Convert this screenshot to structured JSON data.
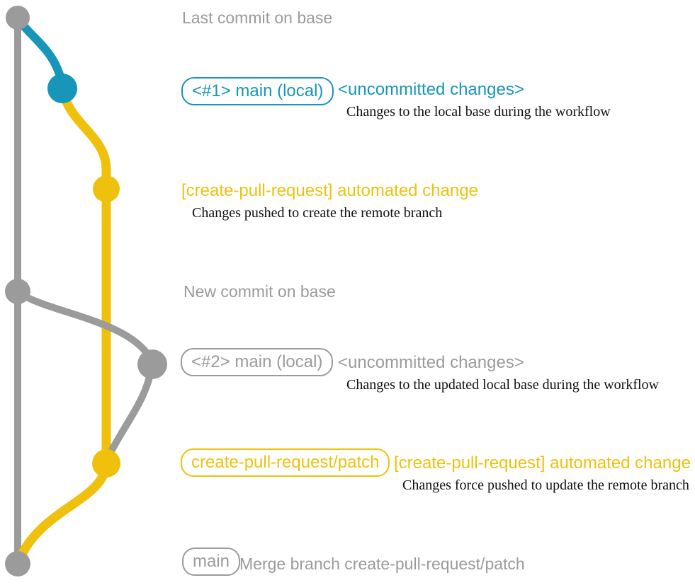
{
  "colors": {
    "base_gray": "#9B9B9B",
    "local_blue": "#1796BA",
    "remote_yellow": "#EFC10D",
    "description_text": "#101010"
  },
  "rows": {
    "row1": {
      "label": "Last commit on base"
    },
    "row2": {
      "badge": "<#1> main (local)",
      "title": "<uncommitted changes>",
      "desc": "Changes to the local base during the workflow"
    },
    "row3": {
      "title": "[create-pull-request] automated change",
      "desc": "Changes pushed to create the remote branch"
    },
    "row4": {
      "label": "New commit on base"
    },
    "row5": {
      "badge": "<#2> main (local)",
      "title": "<uncommitted changes>",
      "desc": "Changes to the updated local base during the workflow"
    },
    "row6": {
      "badge": "create-pull-request/patch",
      "title": "[create-pull-request] automated change",
      "desc": "Changes force pushed to update the remote branch"
    },
    "row7": {
      "badge": "main",
      "label": "Merge branch create-pull-request/patch"
    }
  }
}
